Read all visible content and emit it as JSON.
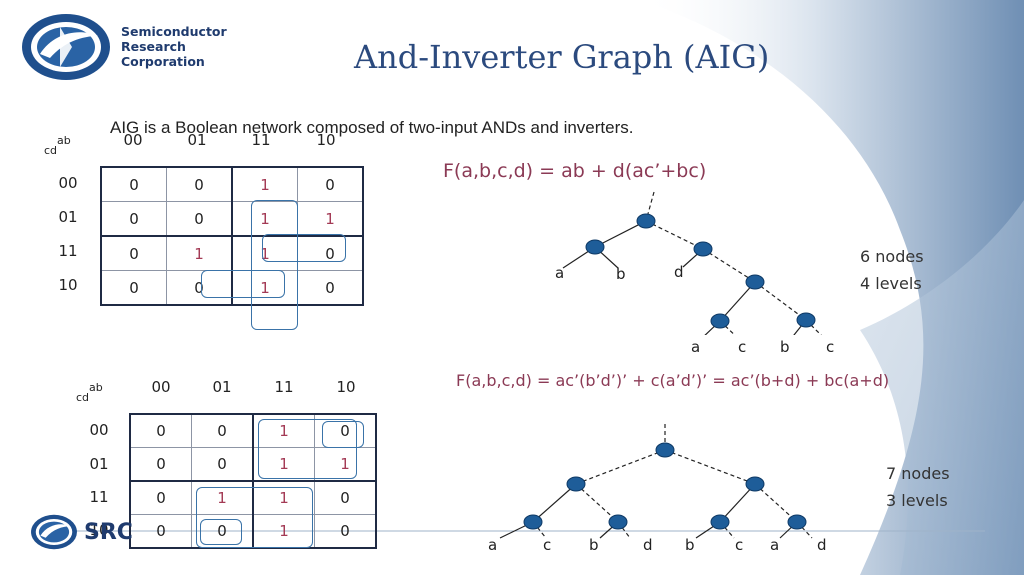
{
  "header": {
    "org_line1": "Semiconductor",
    "org_line2": "Research",
    "org_line3": "Corporation",
    "title": "And-Inverter Graph (AIG)",
    "subtitle": "AIG is a Boolean network composed of two-input ANDs and inverters."
  },
  "footer": {
    "org_short": "SRC"
  },
  "kmap1": {
    "ab_label": "ab",
    "cd_label": "cd",
    "col_headers": [
      "00",
      "01",
      "11",
      "10"
    ],
    "row_headers": [
      "00",
      "01",
      "11",
      "10"
    ],
    "cells": [
      [
        "0",
        "0",
        "1",
        "0"
      ],
      [
        "0",
        "0",
        "1",
        "1"
      ],
      [
        "0",
        "1",
        "1",
        "0"
      ],
      [
        "0",
        "0",
        "1",
        "0"
      ]
    ]
  },
  "kmap2": {
    "ab_label": "ab",
    "cd_label": "cd",
    "col_headers": [
      "00",
      "01",
      "11",
      "10"
    ],
    "row_headers": [
      "00",
      "01",
      "11",
      "10"
    ],
    "cells": [
      [
        "0",
        "0",
        "1",
        "0"
      ],
      [
        "0",
        "0",
        "1",
        "1"
      ],
      [
        "0",
        "1",
        "1",
        "0"
      ],
      [
        "0",
        "0",
        "1",
        "0"
      ]
    ]
  },
  "graph1": {
    "equation": "F(a,b,c,d) = ab + d(ac’+bc)",
    "nodes_text": "6 nodes",
    "levels_text": "4 levels",
    "leaf_labels": [
      "a",
      "b",
      "d",
      "a",
      "c",
      "b",
      "c"
    ]
  },
  "graph2": {
    "equation": "F(a,b,c,d) = ac’(b’d’)’ + c(a’d’)’ = ac’(b+d) + bc(a+d)",
    "nodes_text": "7 nodes",
    "levels_text": "3 levels",
    "leaf_labels": [
      "a",
      "c",
      "b",
      "d",
      "b",
      "c",
      "a",
      "d"
    ]
  },
  "colors": {
    "node_fill": "#1e5d99",
    "title": "#2b4a7e",
    "equation": "#8b3a55",
    "one_value": "#a33a55"
  }
}
